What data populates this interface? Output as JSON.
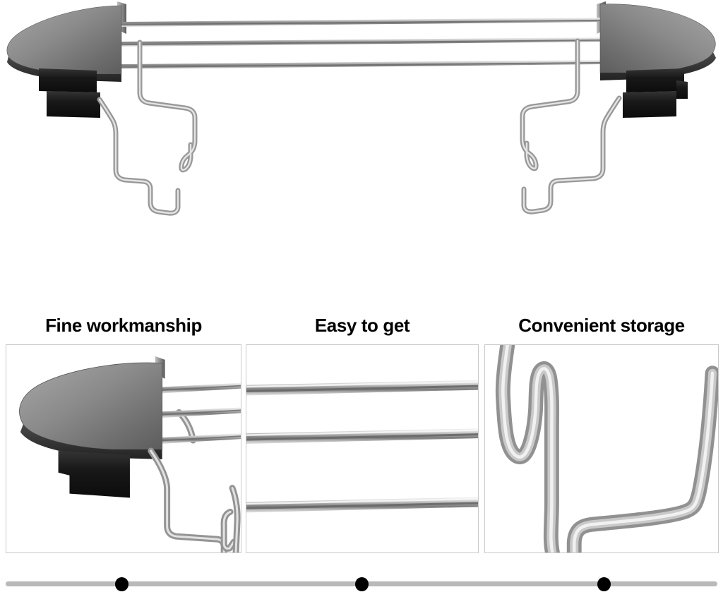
{
  "features": [
    {
      "title": "Fine workmanship"
    },
    {
      "title": "Easy to get"
    },
    {
      "title": "Convenient storage"
    }
  ],
  "carousel": {
    "dot_count": 3,
    "active_dots": [
      1,
      2,
      3
    ]
  },
  "theme": {
    "background": "#ffffff",
    "heading_color": "#000000",
    "panel_border": "#c9c9c9",
    "track_color": "#b9b9b9",
    "dot_color": "#000000",
    "metal_light": "#e8e8e8",
    "metal_mid": "#a0a0a0",
    "metal_dark": "#6f6f6f",
    "plate_gray": "#7d7d7d",
    "plastic_black": "#141414"
  }
}
